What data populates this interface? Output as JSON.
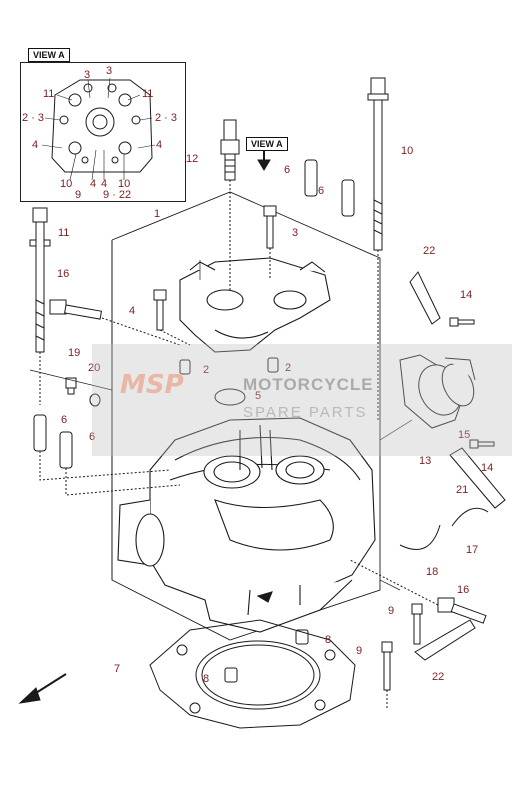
{
  "view_box": {
    "title": "VIEW A"
  },
  "view_arrow": {
    "label": "VIEW A"
  },
  "watermark": {
    "logo": "MSP",
    "line1": "MOTORCYCLE",
    "line2": "SPARE PARTS"
  },
  "callouts": {
    "inset": [
      "3",
      "3",
      "11",
      "11",
      "2 · 3",
      "2 · 3",
      "4",
      "4",
      "10",
      "4",
      "4",
      "10",
      "9",
      "9 · 22"
    ],
    "main": [
      "12",
      "10",
      "6",
      "6",
      "1",
      "3",
      "11",
      "16",
      "4",
      "22",
      "14",
      "2",
      "2",
      "19",
      "20",
      "5",
      "6",
      "6",
      "15",
      "13",
      "14",
      "21",
      "17",
      "18",
      "16",
      "9",
      "8",
      "9",
      "7",
      "8",
      "22"
    ]
  }
}
